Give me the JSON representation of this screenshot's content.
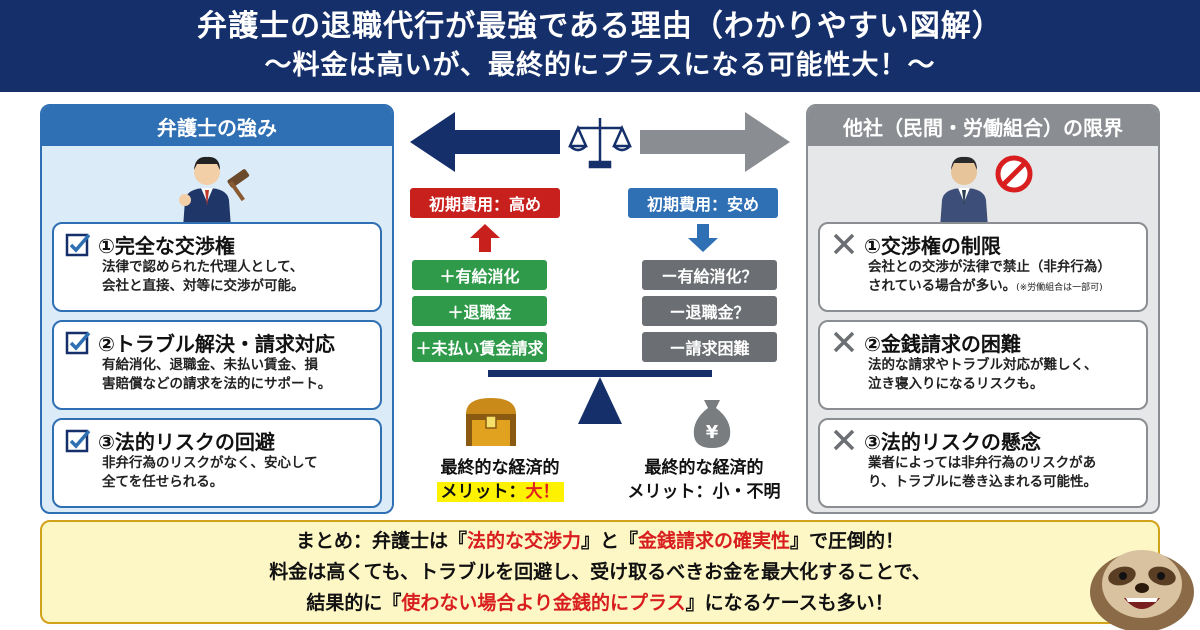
{
  "header": {
    "title": "弁護士の退職代行が最強である理由（わかりやすい図解）",
    "subtitle": "〜料金は高いが、最終的にプラスになる可能性大！〜"
  },
  "left": {
    "heading": "弁護士の強み",
    "items": [
      {
        "title": "①完全な交渉権",
        "lines": [
          "法律で認められた代理人として、",
          "会社と直接、対等に交渉が可能。"
        ]
      },
      {
        "title": "②トラブル解決・請求対応",
        "lines": [
          "有給消化、退職金、未払い賃金、損",
          "害賠償などの請求を法的にサポート。"
        ]
      },
      {
        "title": "③法的リスクの回避",
        "lines": [
          "非弁行為のリスクがなく、安心して",
          "全てを任せられる。"
        ]
      }
    ]
  },
  "right": {
    "heading": "他社（民間・労働組合）の限界",
    "items": [
      {
        "title": "①交渉権の制限",
        "lines": [
          "会社との交渉が法律で禁止（非弁行為）",
          "されている場合が多い。"
        ],
        "note": "(※労働組合は一部可)"
      },
      {
        "title": "②金銭請求の困難",
        "lines": [
          "法的な請求やトラブル対応が難しく、",
          "泣き寝入りになるリスクも。"
        ]
      },
      {
        "title": "③法的リスクの懸念",
        "lines": [
          "業者によっては非弁行為のリスクがあ",
          "り、トラブルに巻き込まれる可能性。"
        ]
      }
    ]
  },
  "center": {
    "cost_high": "初期費用：高め",
    "cost_low": "初期費用：安め",
    "plus_items": [
      "＋有給消化",
      "＋退職金",
      "＋未払い賃金請求"
    ],
    "minus_items": [
      "ー有給消化？",
      "ー退職金？",
      "ー請求困難"
    ],
    "merit_left_line1": "最終的な経済的",
    "merit_left_line2_prefix": "メリット：",
    "merit_left_line2_em": "大！",
    "merit_right_line1": "最終的な経済的",
    "merit_right_line2": "メリット：小・不明",
    "yen_sign": "¥"
  },
  "summary": {
    "l1_a": "まとめ：弁護士は『",
    "l1_b": "法的な交渉力",
    "l1_c": "』と『",
    "l1_d": "金銭請求の確実性",
    "l1_e": "』で圧倒的！",
    "l2": "料金は高くても、トラブルを回避し、受け取るべきお金を最大化することで、",
    "l3_a": "結果的に『",
    "l3_b": "使わない場合より金銭的にプラス",
    "l3_c": "』になるケースも多い！"
  },
  "colors": {
    "navy": "#152f6a",
    "blue": "#2f6fb3",
    "gray": "#8a8d91",
    "green": "#2e9a4a",
    "red": "#d81e1e",
    "yellow": "#fff200"
  }
}
